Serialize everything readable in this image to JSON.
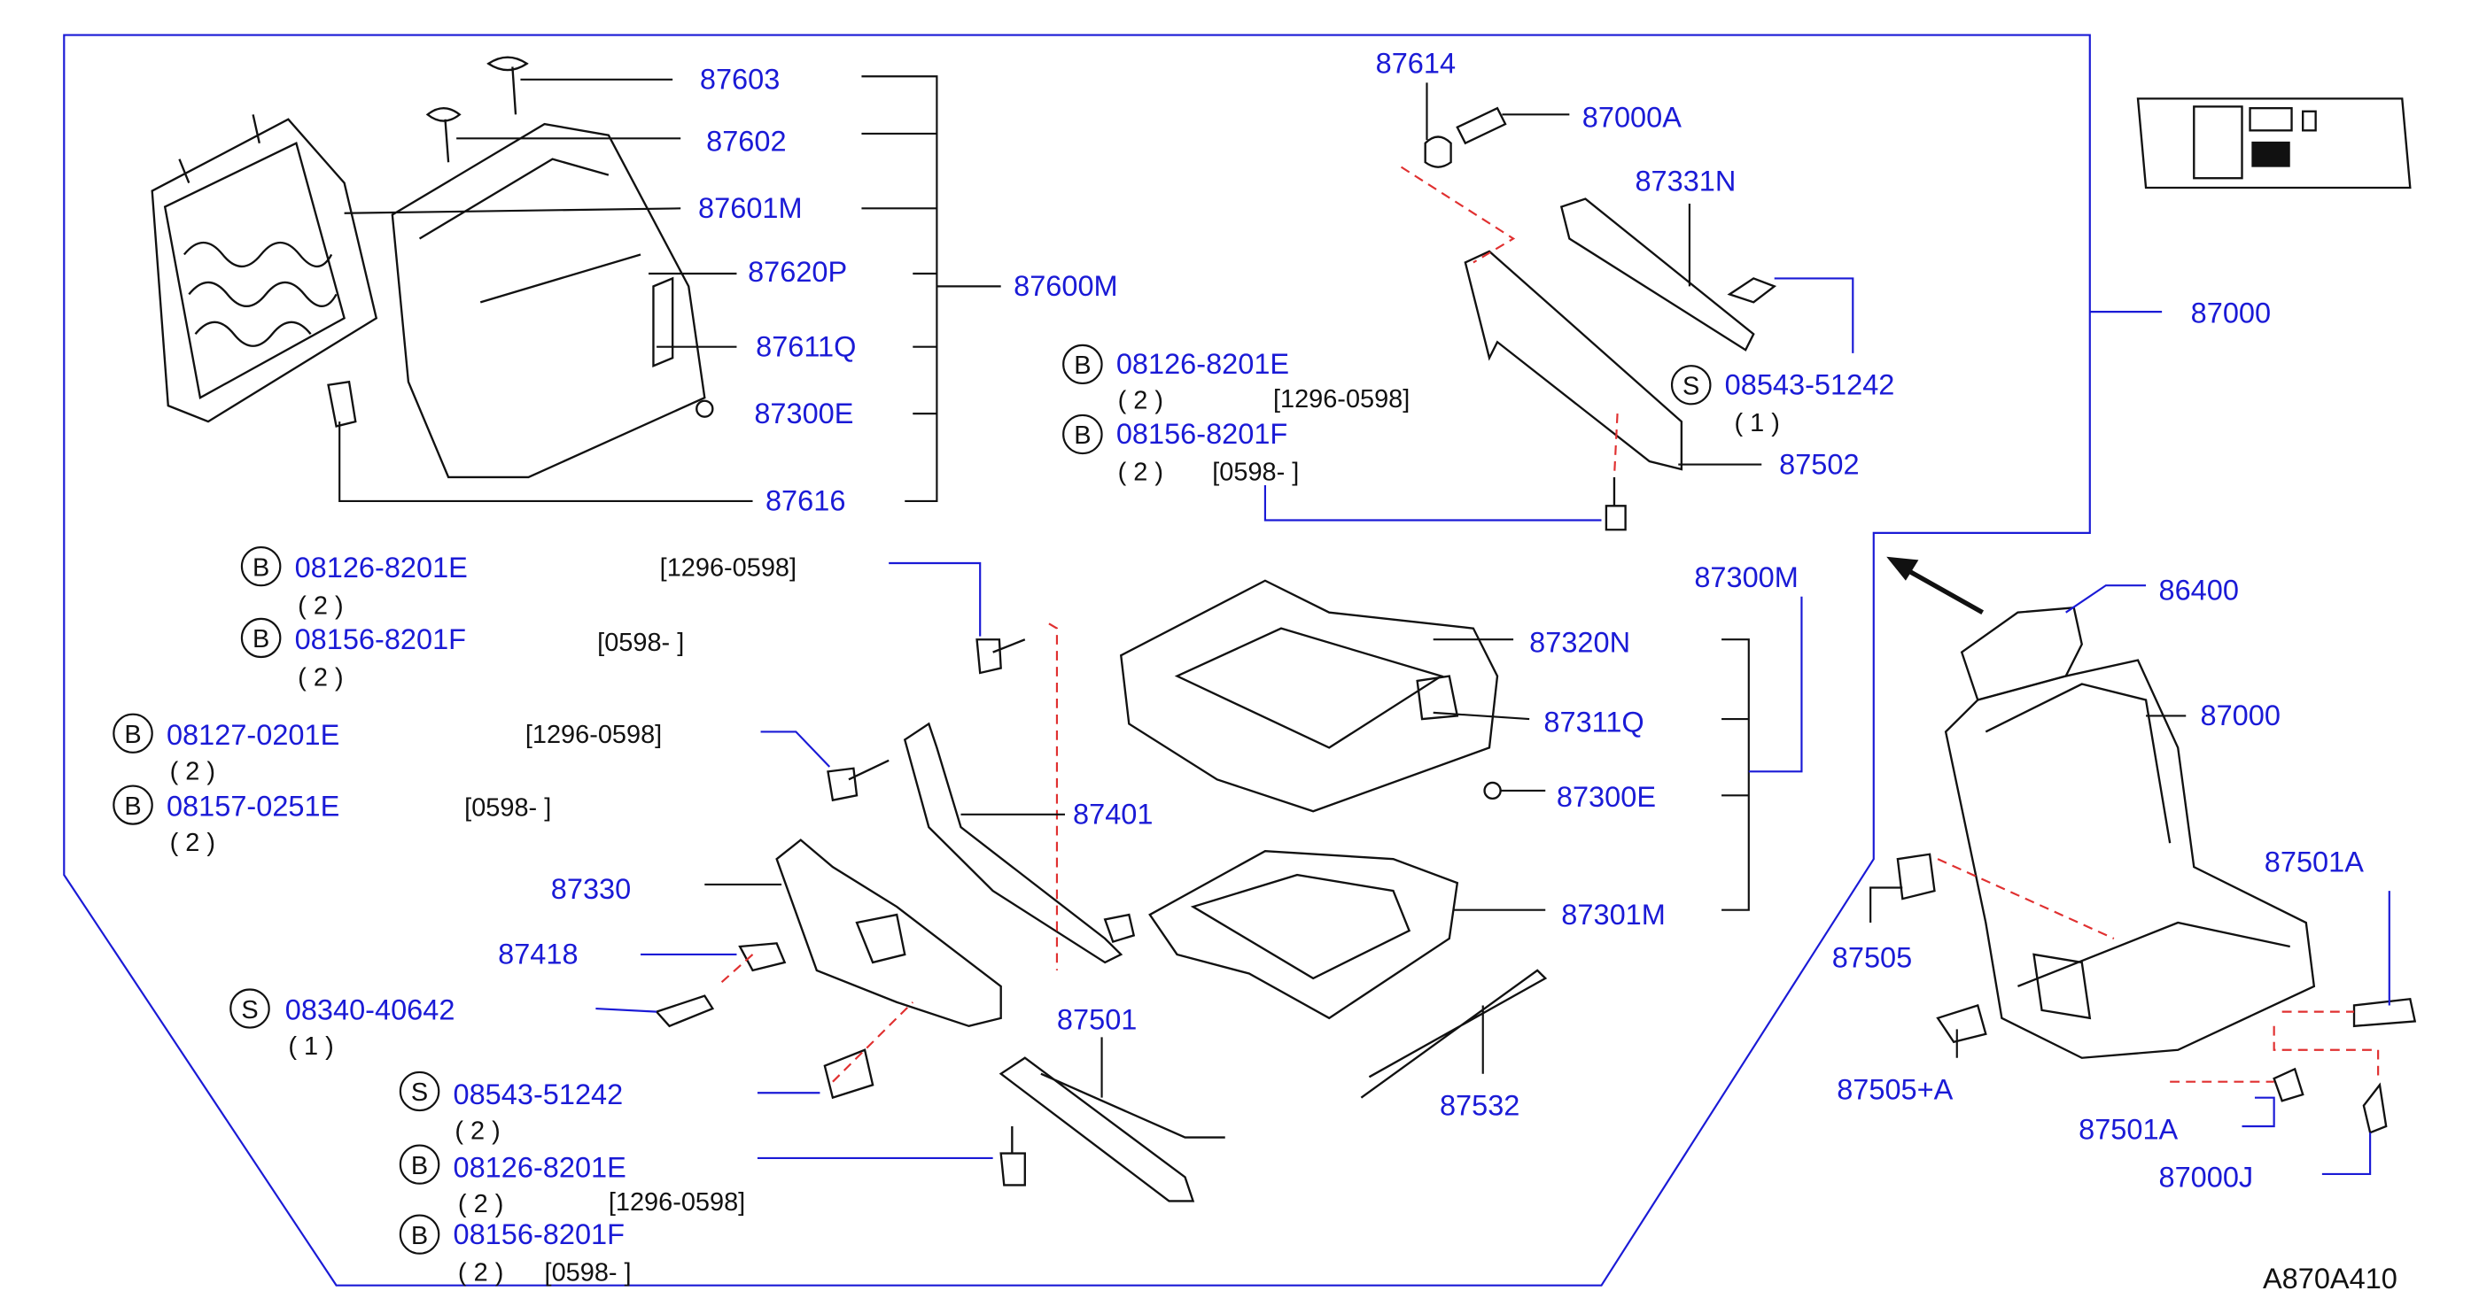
{
  "labels": {
    "p87603": "87603",
    "p87602": "87602",
    "p87601M": "87601M",
    "p87620P": "87620P",
    "p87611Q": "87611Q",
    "p87300E_top": "87300E",
    "p87616": "87616",
    "p87600M": "87600M",
    "p87614": "87614",
    "p87000A": "87000A",
    "p87331N": "87331N",
    "p87000_top": "87000",
    "p87502": "87502",
    "p87300M": "87300M",
    "p87320N": "87320N",
    "p87311Q": "87311Q",
    "p87300E_mid": "87300E",
    "p87301M": "87301M",
    "p87401": "87401",
    "p87330": "87330",
    "p87418": "87418",
    "p87501": "87501",
    "p87532": "87532",
    "p86400": "86400",
    "p87000_right": "87000",
    "p87501A_a": "87501A",
    "p87505": "87505",
    "p87505A": "87505+A",
    "p87501A_b": "87501A",
    "p87000J": "87000J",
    "code": "A870A410"
  },
  "callouts": {
    "c1": {
      "letter": "B",
      "pn": "08126-8201E",
      "qty": "( 2 )",
      "range": "[1296-0598]"
    },
    "c2": {
      "letter": "B",
      "pn": "08156-8201F",
      "qty": "( 2 )",
      "range": "[0598-          ]"
    },
    "c3": {
      "letter": "S",
      "pn": "08543-51242",
      "qty": "( 1 )"
    },
    "c4": {
      "letter": "B",
      "pn": "08126-8201E",
      "qty": "( 2 )",
      "range": "[1296-0598]"
    },
    "c5": {
      "letter": "B",
      "pn": "08156-8201F",
      "qty": "( 2 )",
      "range": "[0598-          ]"
    },
    "c6": {
      "letter": "B",
      "pn": "08127-0201E",
      "qty": "( 2 )",
      "range": "[1296-0598]"
    },
    "c7": {
      "letter": "B",
      "pn": "08157-0251E",
      "qty": "( 2 )",
      "range": "[0598-          ]"
    },
    "c8": {
      "letter": "S",
      "pn": "08340-40642",
      "qty": "( 1 )"
    },
    "c9": {
      "letter": "S",
      "pn": "08543-51242",
      "qty": "( 2 )"
    },
    "c10": {
      "letter": "B",
      "pn": "08126-8201E",
      "qty": "( 2 )",
      "range": "[1296-0598]"
    },
    "c11": {
      "letter": "B",
      "pn": "08156-8201F",
      "qty": "( 2 )",
      "range": "[0598-          ]"
    }
  },
  "colors": {
    "part_number": "#1a1ad6",
    "leader": "#111111",
    "dashed_link": "#e03030"
  }
}
